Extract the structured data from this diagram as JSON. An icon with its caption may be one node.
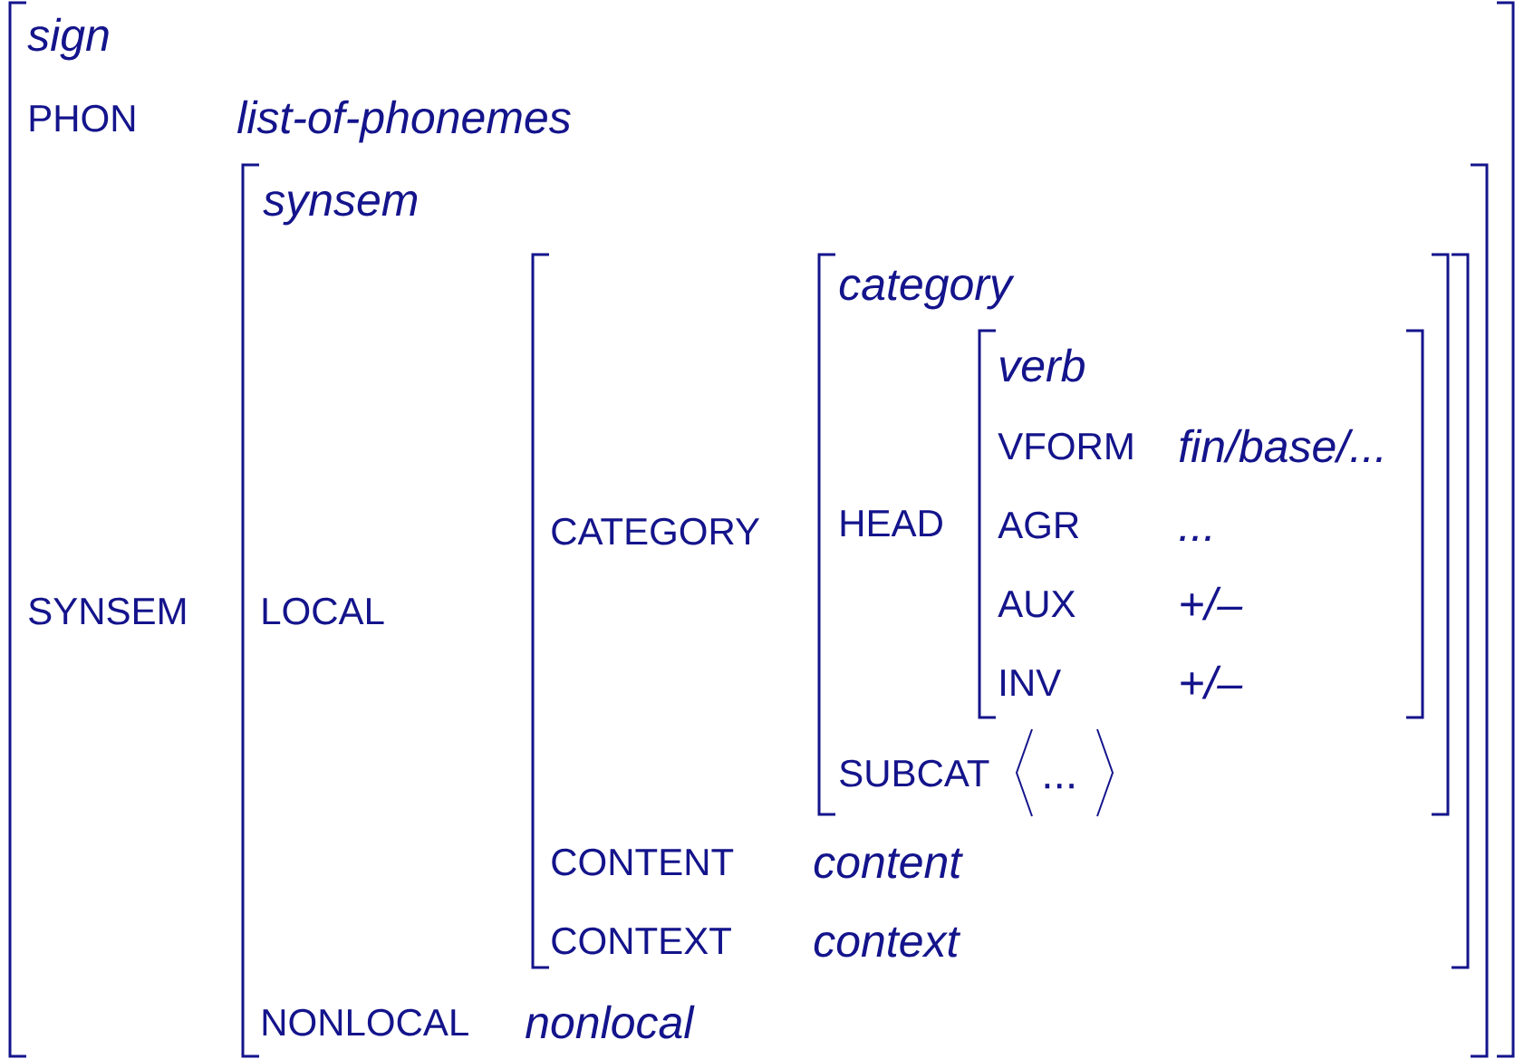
{
  "diagram": {
    "nodes": [
      {
        "text": [
          "sign",
          "PHON",
          "list-of-phonemes",
          "SYNSEM"
        ]
      },
      {
        "text": [
          "synsem",
          "LOCAL",
          "NONLOCAL",
          "nonlocal"
        ],
        "in": 0
      },
      {
        "text": [
          "CATEGORY",
          "CONTENT",
          "content",
          "CONTEXT",
          "context"
        ],
        "in": 1
      },
      {
        "text": [
          "category",
          "HEAD",
          "SUBCAT",
          "..."
        ],
        "in": 2
      },
      {
        "text": [
          "verb",
          "VFORM",
          "fin/base/...",
          "AGR",
          "...",
          "AUX",
          "+/–",
          "INV",
          "+/–"
        ],
        "in": 3
      }
    ]
  }
}
